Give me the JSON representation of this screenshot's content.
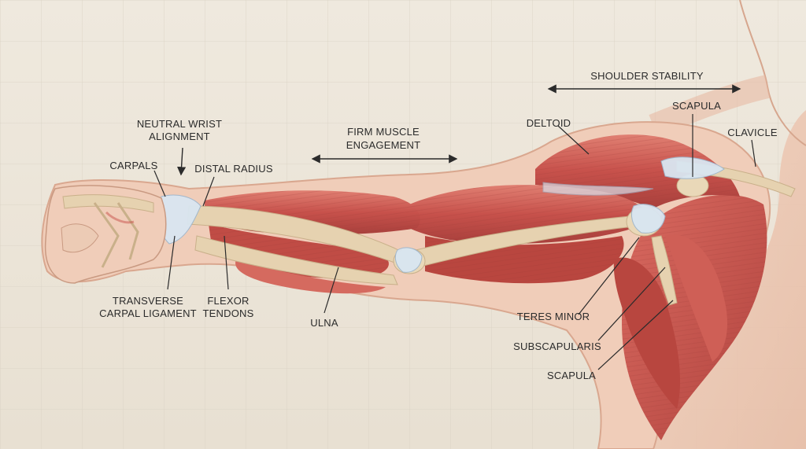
{
  "labels": {
    "shoulder_stability": "SHOULDER STABILITY",
    "scapula_top": "SCAPULA",
    "deltoid": "DELTOID",
    "clavicle": "CLAVICLE",
    "neutral_wrist_1": "NEUTRAL WRIST",
    "neutral_wrist_2": "ALIGNMENT",
    "firm_muscle_1": "FIRM MUSCLE",
    "firm_muscle_2": "ENGAGEMENT",
    "carpals": "CARPALS",
    "distal_radius": "DISTAL RADIUS",
    "transverse_1": "TRANSVERSE",
    "transverse_2": "CARPAL LIGAMENT",
    "flexor_1": "FLEXOR",
    "flexor_2": "TENDONS",
    "ulna": "ULNA",
    "teres_minor": "TERES MINOR",
    "subscapularis": "SUBSCAPULARIS",
    "scapula_bottom": "SCAPULA"
  },
  "colors": {
    "background": "#ece6da",
    "muscle": "#c7514b",
    "muscle_light": "#e07f72",
    "bone": "#e6d2b0",
    "ligament": "#d9e6f1",
    "skin": "#eec9b3",
    "text": "#2b2b2b"
  }
}
